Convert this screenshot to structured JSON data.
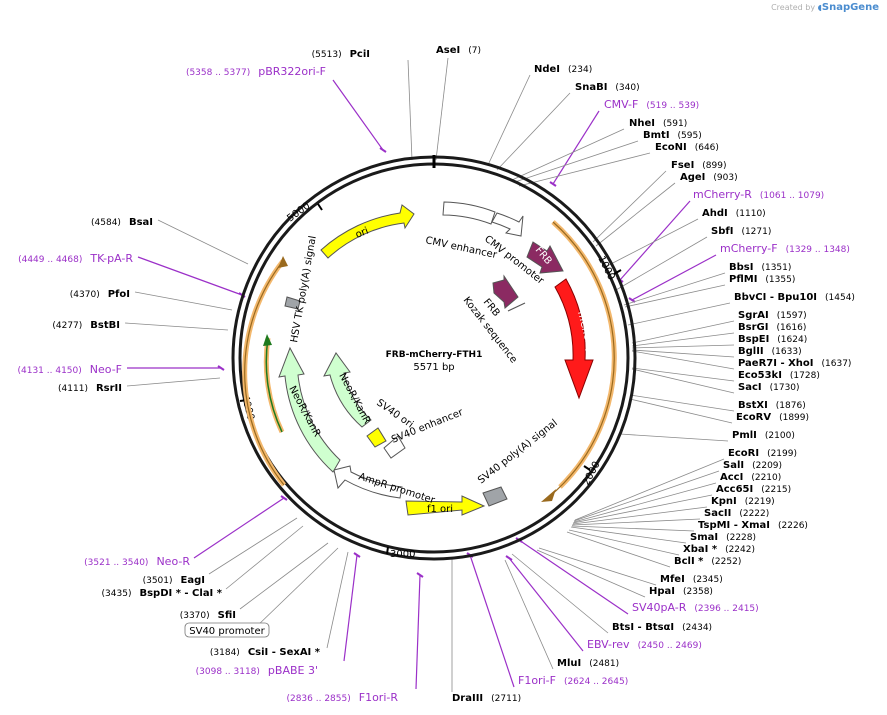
{
  "brand": {
    "prefix": "Created by",
    "name": "SnapGene"
  },
  "plasmid": {
    "name": "FRB-mCherry-FTH1",
    "size": "5571 bp"
  },
  "colors": {
    "primer": "#9b30c8",
    "enzyme": "#000000",
    "ori": "#ffff00",
    "mcherry": "#ff1a1a",
    "frb": "#8b2a62",
    "neo": "#cfffcf",
    "terminator": "#a0a4a8",
    "highlight": "#f3b86d"
  },
  "ticks": [
    {
      "label": "1000",
      "bp": 1000
    },
    {
      "label": "2000",
      "bp": 2000
    },
    {
      "label": "3000",
      "bp": 3000
    },
    {
      "label": "4000",
      "bp": 4000
    },
    {
      "label": "5000",
      "bp": 5000
    }
  ],
  "features": [
    {
      "id": "cmv-enhancer",
      "label": "CMV enhancer"
    },
    {
      "id": "cmv-promoter",
      "label": "CMV promoter"
    },
    {
      "id": "frb-1",
      "label": "FRB"
    },
    {
      "id": "frb-2",
      "label": "FRB"
    },
    {
      "id": "kozak",
      "label": "Kozak sequence"
    },
    {
      "id": "mcherry",
      "label": "mCherry"
    },
    {
      "id": "sv40-polya",
      "label": "SV40 poly(A) signal"
    },
    {
      "id": "f1-ori",
      "label": "f1 ori"
    },
    {
      "id": "ampr-promoter",
      "label": "AmpR promoter"
    },
    {
      "id": "sv40-enhancer",
      "label": "SV40 enhancer"
    },
    {
      "id": "sv40-ori",
      "label": "SV40 ori"
    },
    {
      "id": "neokanr-inner",
      "label": "NeoR/KanR"
    },
    {
      "id": "neokanr-outer",
      "label": "NeoR/KanR"
    },
    {
      "id": "hsv-tk",
      "label": "HSV TK poly(A) signal"
    },
    {
      "id": "ori",
      "label": "ori"
    }
  ],
  "sites": [
    {
      "id": "psi",
      "kind": "enzyme",
      "name": "PciI",
      "pos": "(5513)"
    },
    {
      "id": "asei",
      "kind": "enzyme",
      "name": "AseI",
      "pos": "(7)"
    },
    {
      "id": "pbr322",
      "kind": "primer",
      "name": "pBR322ori-F",
      "pos": "(5358 .. 5377)"
    },
    {
      "id": "ndei",
      "kind": "enzyme",
      "name": "NdeI",
      "pos": "(234)"
    },
    {
      "id": "snabi",
      "kind": "enzyme",
      "name": "SnaBI",
      "pos": "(340)"
    },
    {
      "id": "cmvf",
      "kind": "primer",
      "name": "CMV-F",
      "pos": "(519 .. 539)"
    },
    {
      "id": "nhei",
      "kind": "enzyme",
      "name": "NheI",
      "pos": "(591)"
    },
    {
      "id": "bmti",
      "kind": "enzyme",
      "name": "BmtI",
      "pos": "(595)"
    },
    {
      "id": "econi",
      "kind": "enzyme",
      "name": "EcoNI",
      "pos": "(646)"
    },
    {
      "id": "fsei",
      "kind": "enzyme",
      "name": "FseI",
      "pos": "(899)"
    },
    {
      "id": "agei",
      "kind": "enzyme",
      "name": "AgeI",
      "pos": "(903)"
    },
    {
      "id": "mchr",
      "kind": "primer",
      "name": "mCherry-R",
      "pos": "(1061 .. 1079)"
    },
    {
      "id": "ahdi",
      "kind": "enzyme",
      "name": "AhdI",
      "pos": "(1110)"
    },
    {
      "id": "sbfi",
      "kind": "enzyme",
      "name": "SbfI",
      "pos": "(1271)"
    },
    {
      "id": "mchf",
      "kind": "primer",
      "name": "mCherry-F",
      "pos": "(1329 .. 1348)"
    },
    {
      "id": "bbsi",
      "kind": "enzyme",
      "name": "BbsI",
      "pos": "(1351)"
    },
    {
      "id": "pflmi",
      "kind": "enzyme",
      "name": "PflMI",
      "pos": "(1355)"
    },
    {
      "id": "bbvci",
      "kind": "enzyme",
      "name": "BbvCI  - Bpu10I",
      "pos": "(1454)"
    },
    {
      "id": "sgrai",
      "kind": "enzyme",
      "name": "SgrAI",
      "pos": "(1597)"
    },
    {
      "id": "bsrgi",
      "kind": "enzyme",
      "name": "BsrGI",
      "pos": "(1616)"
    },
    {
      "id": "bspei",
      "kind": "enzyme",
      "name": "BspEI",
      "pos": "(1624)"
    },
    {
      "id": "bglii",
      "kind": "enzyme",
      "name": "BglII",
      "pos": "(1633)"
    },
    {
      "id": "paer7i",
      "kind": "enzyme",
      "name": "PaeR7I  - XhoI",
      "pos": "(1637)"
    },
    {
      "id": "eco53ki",
      "kind": "enzyme",
      "name": "Eco53kI",
      "pos": "(1728)"
    },
    {
      "id": "saci",
      "kind": "enzyme",
      "name": "SacI",
      "pos": "(1730)"
    },
    {
      "id": "bstxi",
      "kind": "enzyme",
      "name": "BstXI",
      "pos": "(1876)"
    },
    {
      "id": "ecorv",
      "kind": "enzyme",
      "name": "EcoRV",
      "pos": "(1899)"
    },
    {
      "id": "pmli",
      "kind": "enzyme",
      "name": "PmlI",
      "pos": "(2100)"
    },
    {
      "id": "ecori",
      "kind": "enzyme",
      "name": "EcoRI",
      "pos": "(2199)"
    },
    {
      "id": "sali",
      "kind": "enzyme",
      "name": "SalI",
      "pos": "(2209)"
    },
    {
      "id": "acci",
      "kind": "enzyme",
      "name": "AccI",
      "pos": "(2210)"
    },
    {
      "id": "acc65i",
      "kind": "enzyme",
      "name": "Acc65I",
      "pos": "(2215)"
    },
    {
      "id": "kpni",
      "kind": "enzyme",
      "name": "KpnI",
      "pos": "(2219)"
    },
    {
      "id": "sacii",
      "kind": "enzyme",
      "name": "SacII",
      "pos": "(2222)"
    },
    {
      "id": "tspmi",
      "kind": "enzyme",
      "name": "TspMI  - XmaI",
      "pos": "(2226)"
    },
    {
      "id": "smai",
      "kind": "enzyme",
      "name": "SmaI",
      "pos": "(2228)"
    },
    {
      "id": "xbai",
      "kind": "enzyme",
      "name": "XbaI *",
      "pos": "(2242)"
    },
    {
      "id": "bcli",
      "kind": "enzyme",
      "name": "BclI *",
      "pos": "(2252)"
    },
    {
      "id": "mfei",
      "kind": "enzyme",
      "name": "MfeI",
      "pos": "(2345)"
    },
    {
      "id": "hpai",
      "kind": "enzyme",
      "name": "HpaI",
      "pos": "(2358)"
    },
    {
      "id": "sv40par",
      "kind": "primer",
      "name": "SV40pA-R",
      "pos": "(2396 .. 2415)"
    },
    {
      "id": "btsi",
      "kind": "enzyme",
      "name": "BtsI  - BtsαI",
      "pos": "(2434)"
    },
    {
      "id": "ebvrev",
      "kind": "primer",
      "name": "EBV-rev",
      "pos": "(2450 .. 2469)"
    },
    {
      "id": "mlui",
      "kind": "enzyme",
      "name": "MluI",
      "pos": "(2481)"
    },
    {
      "id": "f1orif",
      "kind": "primer",
      "name": "F1ori-F",
      "pos": "(2624 .. 2645)"
    },
    {
      "id": "draiii",
      "kind": "enzyme",
      "name": "DraIII",
      "pos": "(2711)"
    },
    {
      "id": "f1orir",
      "kind": "primer",
      "name": "F1ori-R",
      "pos": "(2836 .. 2855)"
    },
    {
      "id": "pbabe3",
      "kind": "primer",
      "name": "pBABE 3'",
      "pos": "(3098 .. 3118)"
    },
    {
      "id": "csii",
      "kind": "enzyme",
      "name": "CsiI  - SexAI *",
      "pos": "(3184)"
    },
    {
      "id": "sv40prom",
      "kind": "box",
      "name": "SV40 promoter",
      "pos": ""
    },
    {
      "id": "sfii",
      "kind": "enzyme",
      "name": "SfiI",
      "pos": "(3370)"
    },
    {
      "id": "bspdi",
      "kind": "enzyme",
      "name": "BspDI *  - ClaI *",
      "pos": "(3435)"
    },
    {
      "id": "eagi",
      "kind": "enzyme",
      "name": "EagI",
      "pos": "(3501)"
    },
    {
      "id": "neor",
      "kind": "primer",
      "name": "Neo-R",
      "pos": "(3521 .. 3540)"
    },
    {
      "id": "rsrii",
      "kind": "enzyme",
      "name": "RsrII",
      "pos": "(4111)"
    },
    {
      "id": "neof",
      "kind": "primer",
      "name": "Neo-F",
      "pos": "(4131 .. 4150)"
    },
    {
      "id": "bstbi",
      "kind": "enzyme",
      "name": "BstBI",
      "pos": "(4277)"
    },
    {
      "id": "pfoi",
      "kind": "enzyme",
      "name": "PfoI",
      "pos": "(4370)"
    },
    {
      "id": "tkpar",
      "kind": "primer",
      "name": "TK-pA-R",
      "pos": "(4449 .. 4468)"
    },
    {
      "id": "bsai",
      "kind": "enzyme",
      "name": "BsaI",
      "pos": "(4584)"
    }
  ]
}
